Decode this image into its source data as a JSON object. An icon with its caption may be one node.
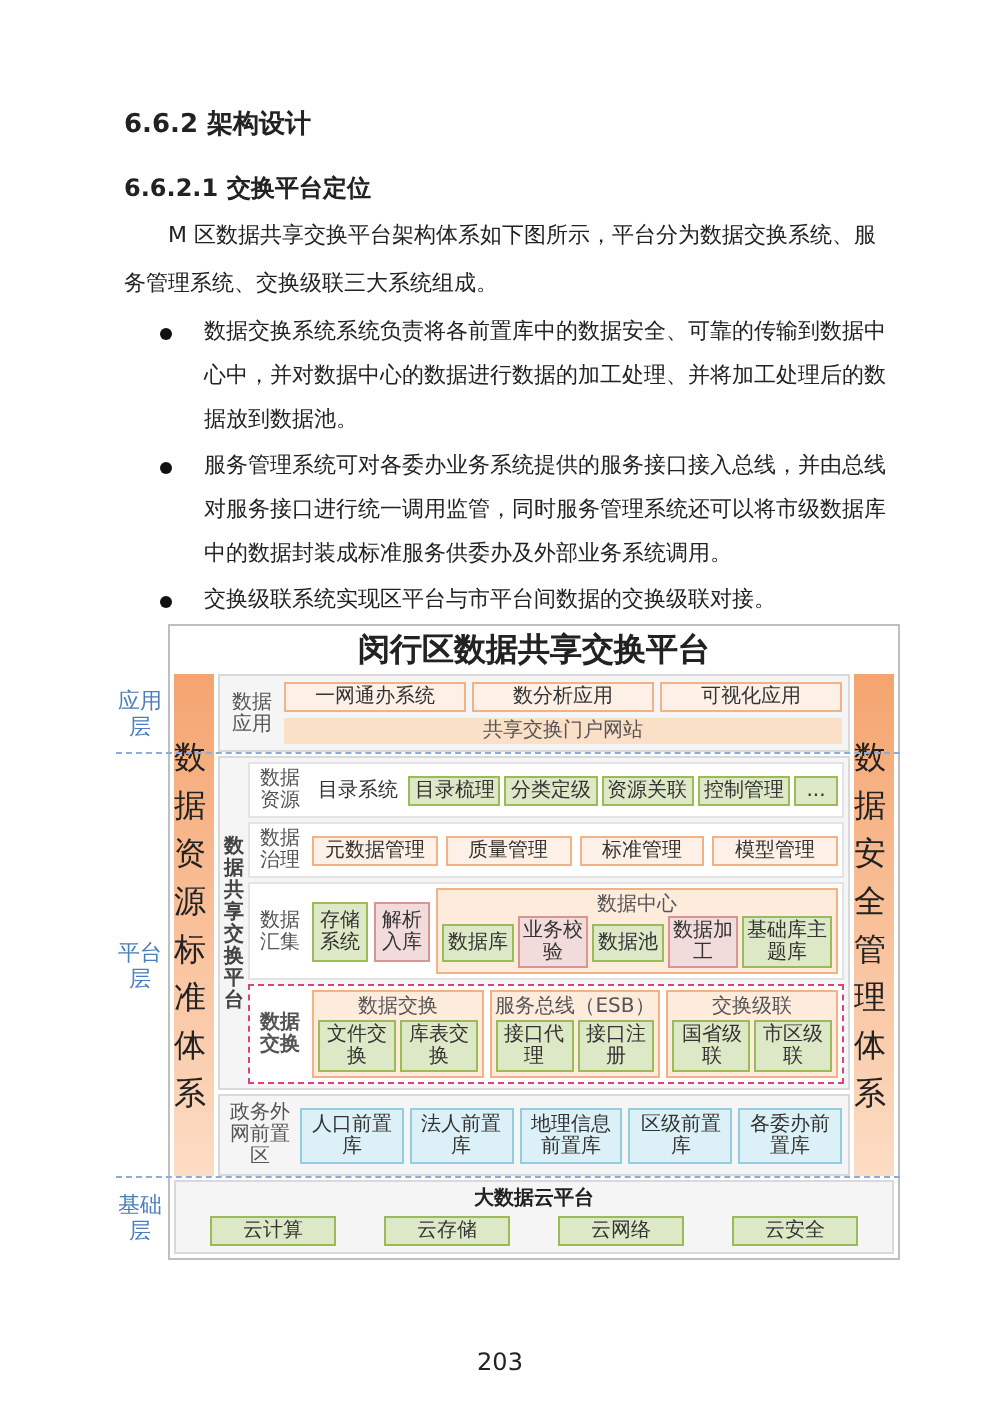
{
  "diagram": {
    "nodes": [
      {
        "text": [
          "闵行区数据共享交换平台"
        ]
      },
      {
        "text": [
          "数据资源标准体系"
        ],
        "in": 0
      },
      {
        "text": [
          "数据安全管理体系"
        ],
        "in": 0
      },
      {
        "text": [
          "数据应用"
        ],
        "in": 0
      },
      {
        "text": [
          "一网通办系统"
        ],
        "in": 3
      },
      {
        "text": [
          "数分析应用"
        ],
        "in": 3
      },
      {
        "text": [
          "可视化应用"
        ],
        "in": 3
      },
      {
        "text": [
          "共享交换门户网站"
        ],
        "in": 3
      },
      {
        "text": [
          "数据共享交换平台"
        ],
        "in": 0
      },
      {
        "text": [
          "数据资源"
        ],
        "in": 8
      },
      {
        "text": [
          "目录系统"
        ],
        "in": 9
      },
      {
        "text": [
          "目录梳理"
        ],
        "in": 9
      },
      {
        "text": [
          "分类定级"
        ],
        "in": 9
      },
      {
        "text": [
          "资源关联"
        ],
        "in": 9
      },
      {
        "text": [
          "控制管理"
        ],
        "in": 9
      },
      {
        "text": [
          "..."
        ],
        "in": 9
      },
      {
        "text": [
          "数据治理"
        ],
        "in": 8
      },
      {
        "text": [
          "元数据管理"
        ],
        "in": 16
      },
      {
        "text": [
          "质量管理"
        ],
        "in": 16
      },
      {
        "text": [
          "标准管理"
        ],
        "in": 16
      },
      {
        "text": [
          "模型管理"
        ],
        "in": 16
      },
      {
        "text": [
          "数据汇集"
        ],
        "in": 8
      },
      {
        "text": [
          "存储系统"
        ],
        "in": 21
      },
      {
        "text": [
          "解析入库"
        ],
        "in": 21
      },
      {
        "text": [
          "数据中心"
        ],
        "in": 21
      },
      {
        "text": [
          "数据库"
        ],
        "in": 24
      },
      {
        "text": [
          "业务校验"
        ],
        "in": 24
      },
      {
        "text": [
          "数据池"
        ],
        "in": 24
      },
      {
        "text": [
          "数据加工"
        ],
        "in": 24
      },
      {
        "text": [
          "基础库主题库"
        ],
        "in": 24
      },
      {
        "text": [
          "数据交换"
        ],
        "in": 8
      },
      {
        "text": [
          "数据交换"
        ],
        "in": 30
      },
      {
        "text": [
          "文件交换"
        ],
        "in": 31
      },
      {
        "text": [
          "库表交换"
        ],
        "in": 31
      },
      {
        "text": [
          "服务总线（ESB）"
        ],
        "in": 30
      },
      {
        "text": [
          "接口代理"
        ],
        "in": 34
      },
      {
        "text": [
          "接口注册"
        ],
        "in": 34
      },
      {
        "text": [
          "交换级联"
        ],
        "in": 30
      },
      {
        "text": [
          "国省级联"
        ],
        "in": 37
      },
      {
        "text": [
          "市区级联"
        ],
        "in": 37
      },
      {
        "text": [
          "政务外网前置区"
        ],
        "in": 0
      },
      {
        "text": [
          "人口前置库"
        ],
        "in": 40
      },
      {
        "text": [
          "法人前置库"
        ],
        "in": 40
      },
      {
        "text": [
          "地理信息前置库"
        ],
        "in": 40
      },
      {
        "text": [
          "区级前置库"
        ],
        "in": 40
      },
      {
        "text": [
          "各委办前置库"
        ],
        "in": 40
      },
      {
        "text": [
          "大数据云平台"
        ],
        "in": 0
      },
      {
        "text": [
          "云计算"
        ],
        "in": 46
      },
      {
        "text": [
          "云存储"
        ],
        "in": 46
      },
      {
        "text": [
          "云网络"
        ],
        "in": 46
      },
      {
        "text": [
          "云安全"
        ],
        "in": 46
      }
    ],
    "labels": [
      "6.6.2 架构设计",
      "6.6.2.1 交换平台定位",
      "M 区数据共享交换平台架构体系如下图所示，平台分为数据交换系统、服务管理系统、交换级联三大系统组成。",
      "数据交换系统系统负责将各前置库中的数据安全、可靠的传输到数据中心中，并对数据中心的数据进行数据的加工处理、并将加工处理后的数据放到数据池。",
      "服务管理系统可对各委办业务系统提供的服务接口接入总线，并由总线对服务接口进行统一调用监管，同时服务管理系统还可以将市级数据库中的数据封装成标准服务供委办及外部业务系统调用。",
      "交换级联系统实现区平台与市平台间数据的交换级联对接。",
      "应用层",
      "平台层",
      "基础层",
      "203"
    ]
  }
}
